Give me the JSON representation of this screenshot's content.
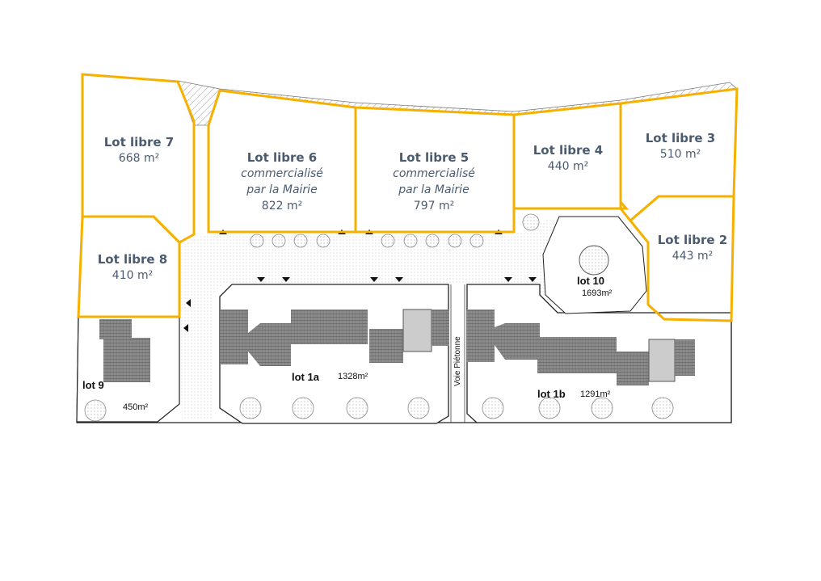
{
  "lots_libres": [
    {
      "id": "lot7",
      "title": "Lot libre 7",
      "area": "668 m²"
    },
    {
      "id": "lot8",
      "title": "Lot libre 8",
      "area": "410 m²"
    },
    {
      "id": "lot6",
      "title": "Lot libre 6",
      "note1": "commercialisé",
      "note2": "par la Mairie",
      "area": "822 m²"
    },
    {
      "id": "lot5",
      "title": "Lot libre 5",
      "note1": "commercialisé",
      "note2": "par la Mairie",
      "area": "797 m²"
    },
    {
      "id": "lot4",
      "title": "Lot libre 4",
      "area": "440 m²"
    },
    {
      "id": "lot3",
      "title": "Lot libre 3",
      "area": "510 m²"
    },
    {
      "id": "lot2",
      "title": "Lot libre 2",
      "area": "443 m²"
    }
  ],
  "plan_lots": [
    {
      "id": "lot9",
      "title": "lot 9",
      "area": "450m²"
    },
    {
      "id": "lot1a",
      "title": "lot 1a",
      "area": "1328m²"
    },
    {
      "id": "lot1b",
      "title": "lot 1b",
      "area": "1291m²"
    },
    {
      "id": "lot10",
      "title": "lot 10",
      "area": "1693m²"
    }
  ],
  "path_label": "Voie Piétonne",
  "colors": {
    "boundary": "#f5b000",
    "label": "#4b5b6f",
    "plan": "#222222",
    "roof": "#7a7a7a"
  }
}
